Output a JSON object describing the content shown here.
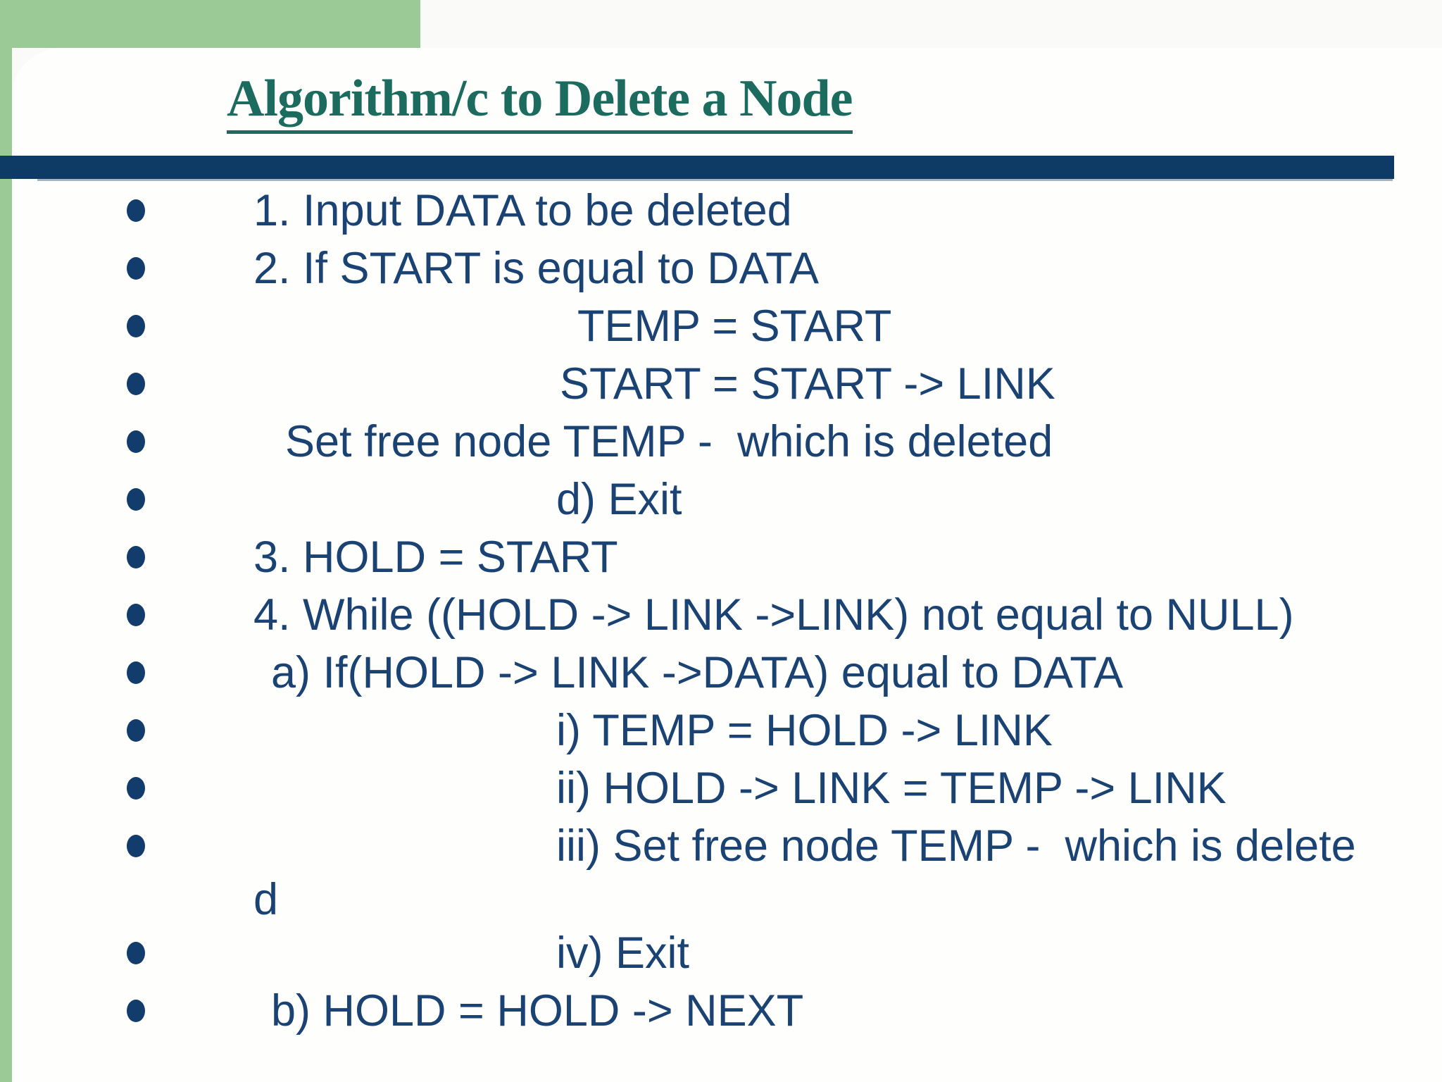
{
  "slide": {
    "title": "Algorithm/c to Delete a Node",
    "colors": {
      "accent_green": "#9bca97",
      "bar_navy": "#0e3a66",
      "text_navy": "#1a4273",
      "title_teal": "#1b6b5e",
      "divider_gray": "#abb3bd"
    },
    "list": {
      "items": [
        {
          "text": "1. Input DATA to be deleted"
        },
        {
          "text": "2. If START is equal to DATA"
        },
        {
          "text": "TEMP = START"
        },
        {
          "text": "START = START -> LINK"
        },
        {
          "text": "Set free node TEMP -  which is deleted"
        },
        {
          "text": "d) Exit"
        },
        {
          "text": "3. HOLD = START"
        },
        {
          "text": "4. While ((HOLD -> LINK ->LINK) not equal to NULL)"
        },
        {
          "text": "a) If(HOLD -> LINK ->DATA) equal to DATA"
        },
        {
          "text": "i) TEMP = HOLD -> LINK"
        },
        {
          "text": "ii) HOLD -> LINK = TEMP -> LINK"
        },
        {
          "text": "iii) Set free node TEMP -  which is delete"
        },
        {
          "text": "d"
        },
        {
          "text": "iv) Exit"
        },
        {
          "text": "b) HOLD = HOLD -> NEXT"
        }
      ]
    }
  }
}
